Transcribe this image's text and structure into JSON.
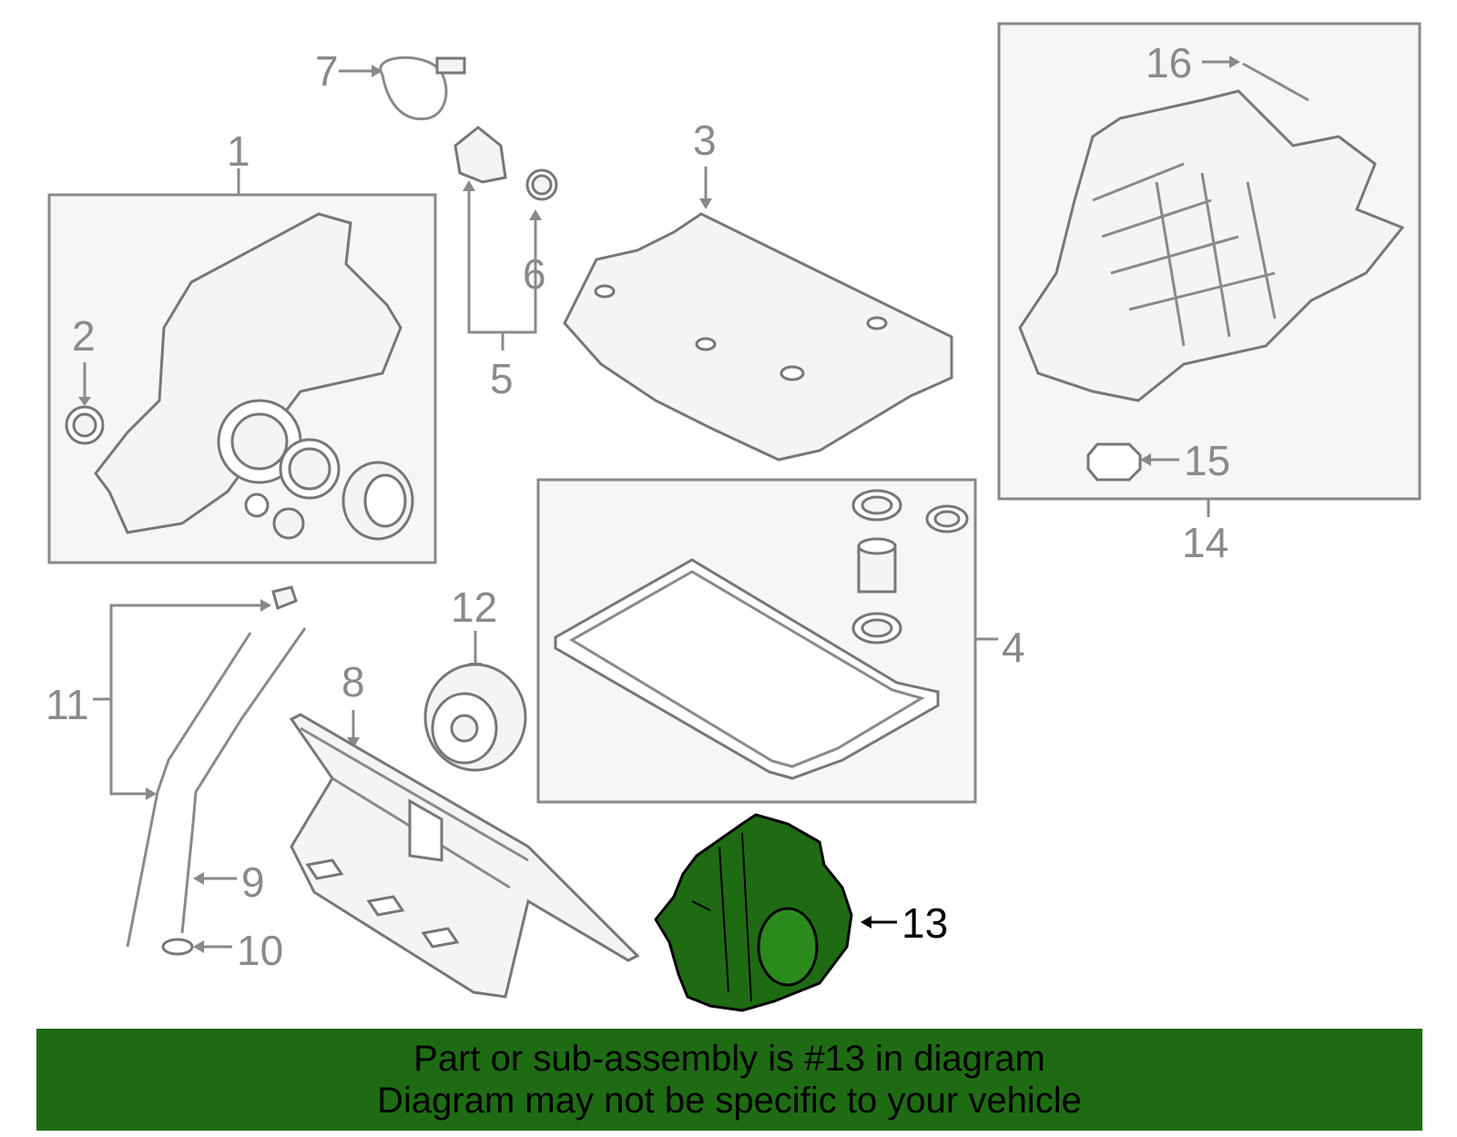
{
  "callouts": {
    "c1": "1",
    "c2": "2",
    "c3": "3",
    "c4": "4",
    "c5": "5",
    "c6": "6",
    "c7": "7",
    "c8": "8",
    "c9": "9",
    "c10": "10",
    "c11": "11",
    "c12": "12",
    "c13": "13",
    "c14": "14",
    "c15": "15",
    "c16": "16"
  },
  "highlighted_part": "13",
  "banner": {
    "line1": "Part or sub-assembly is #13 in diagram",
    "line2": "Diagram may not be specific to your vehicle"
  },
  "colors": {
    "highlight": "#1f6b14",
    "linework": "#8a8a8a",
    "box_fill": "#f6f6f6"
  }
}
